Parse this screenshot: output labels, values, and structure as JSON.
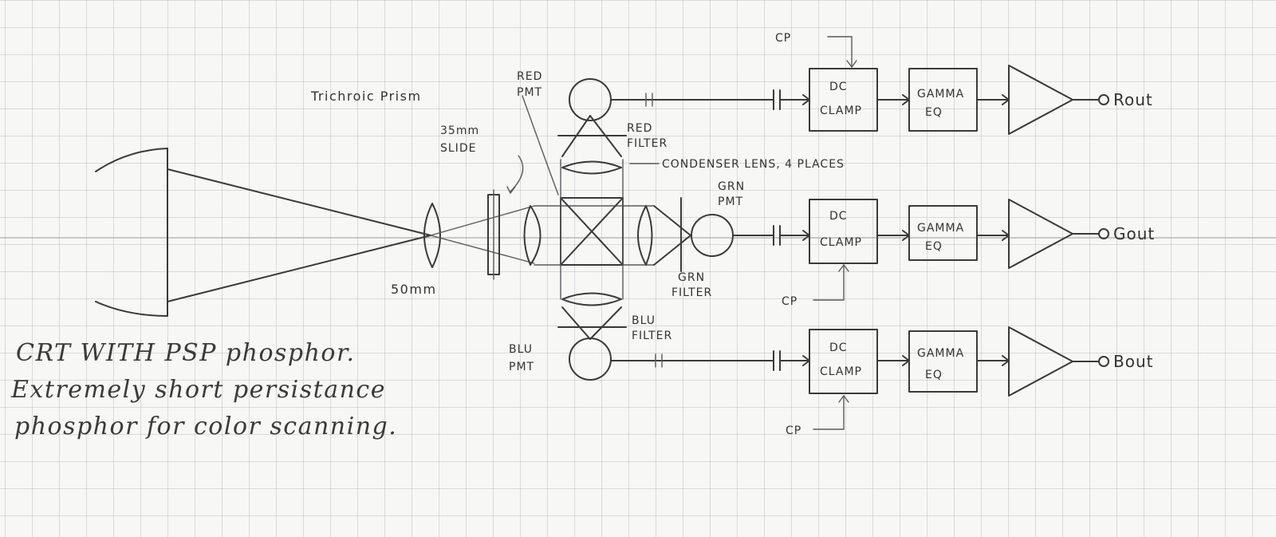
{
  "labels": {
    "cp": "CP",
    "dc": "DC",
    "clamp": "CLAMP",
    "gamma": "GAMMA",
    "eq": "EQ",
    "red_pmt_1": "RED",
    "red_pmt_2": "PMT",
    "grn_pmt_1": "GRN",
    "grn_pmt_2": "PMT",
    "blu_pmt_1": "BLU",
    "blu_pmt_2": "PMT",
    "red_filter_1": "RED",
    "red_filter_2": "FILTER",
    "grn_filter_1": "GRN",
    "grn_filter_2": "FILTER",
    "blu_filter_1": "BLU",
    "blu_filter_2": "FILTER",
    "trichroic": "Trichroic Prism",
    "slide_1": "35mm",
    "slide_2": "SLIDE",
    "condenser": "CONDENSER LENS, 4 PLACES",
    "lens_50mm": "50mm",
    "r_out": "Rout",
    "g_out": "Gout",
    "b_out": "Bout"
  },
  "note": {
    "line1": "CRT WITH PSP phosphor.",
    "line2": "Extremely short persistance",
    "line3": "phosphor for color scanning."
  }
}
